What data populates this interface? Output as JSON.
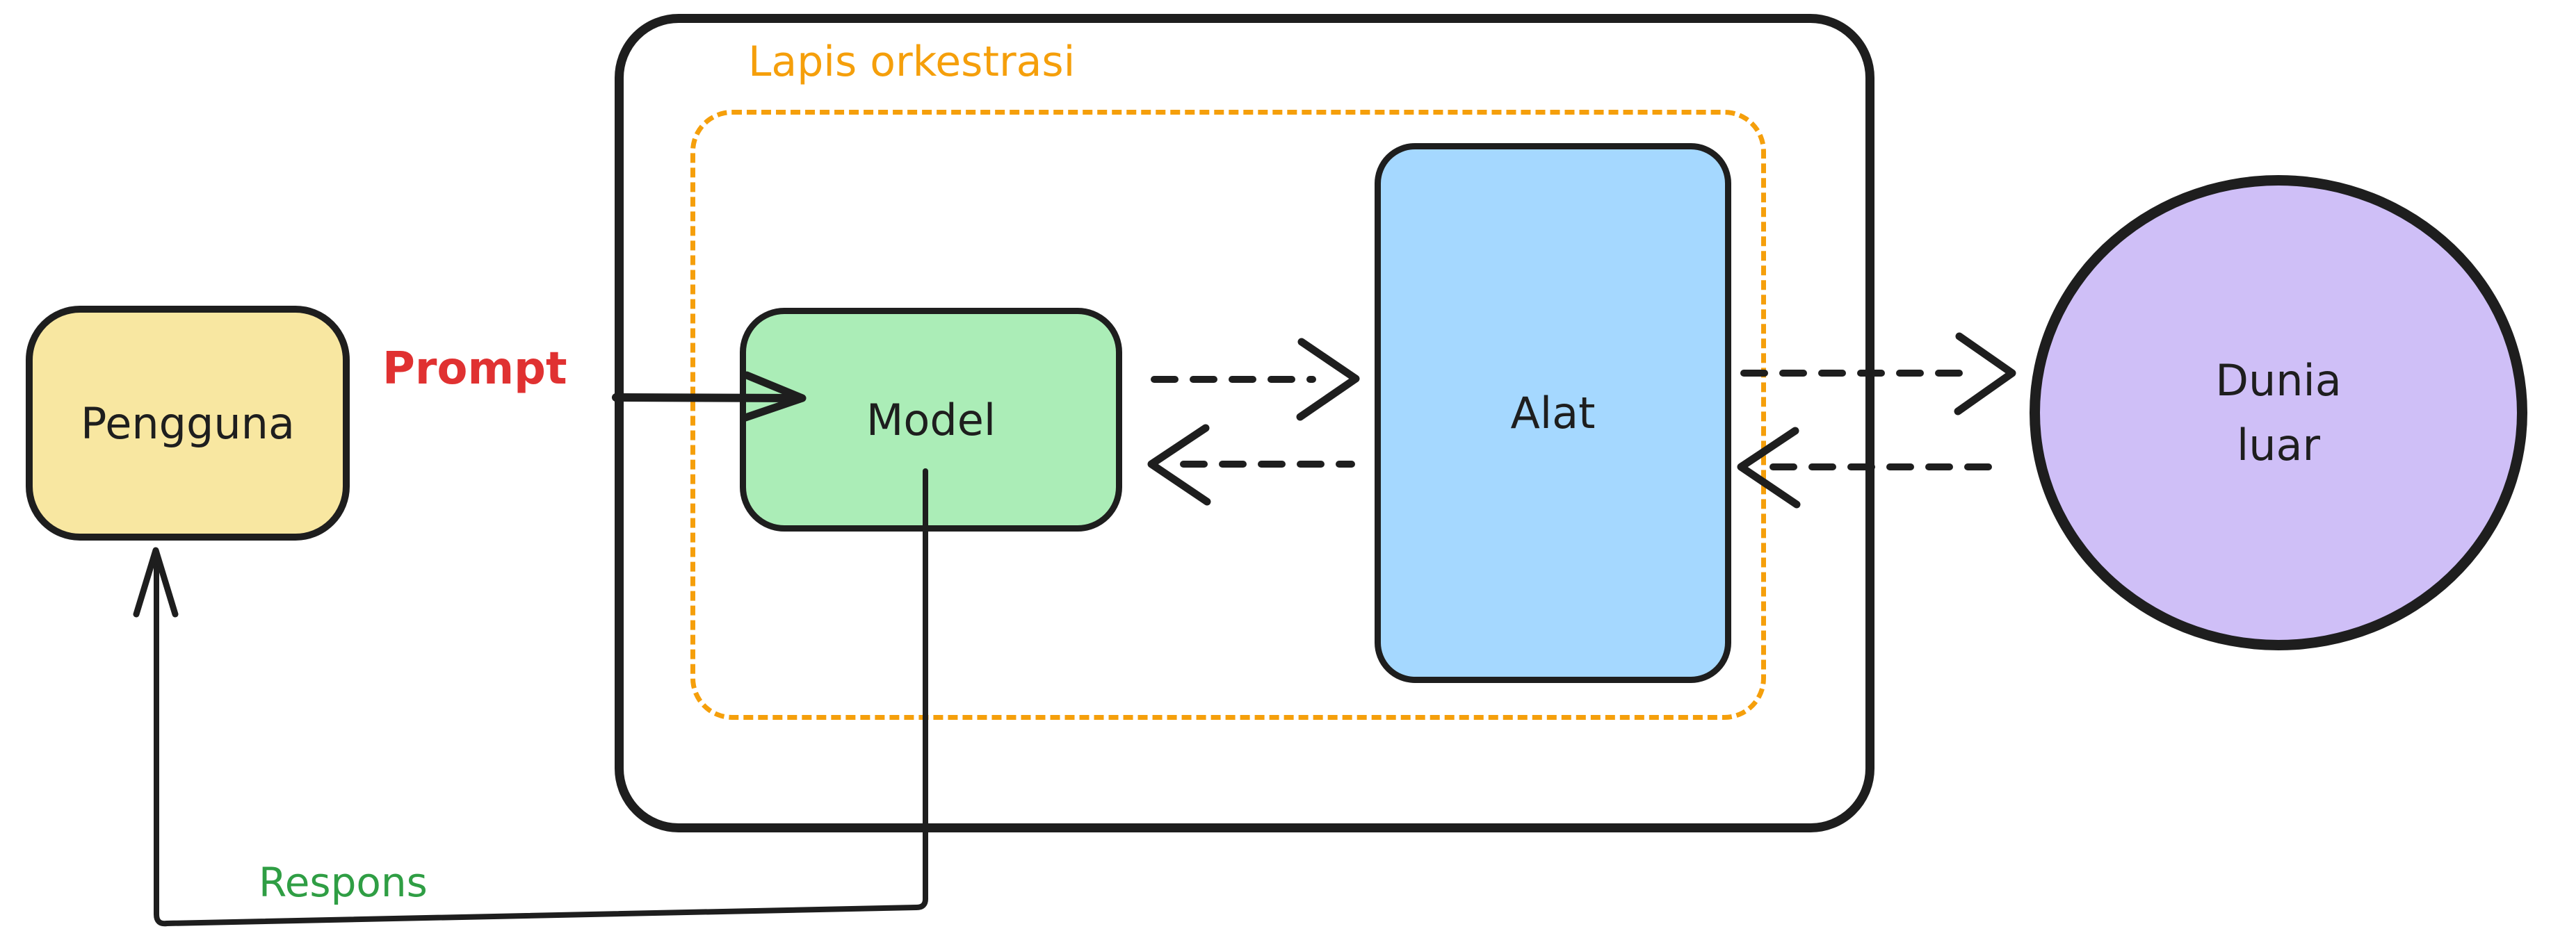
{
  "diagram": {
    "type": "agent-architecture-sketch",
    "stroke_color": "#1e1e1e",
    "background": "#ffffff",
    "nodes": {
      "user": {
        "label": "Pengguna",
        "fill": "#f8e7a1"
      },
      "orchestration": {
        "label": "Lapis orkestrasi",
        "border_color": "#f59f0b",
        "style": "dashed"
      },
      "model": {
        "label": "Model",
        "fill": "#abedb7"
      },
      "tool": {
        "label": "Alat",
        "fill": "#a5d8ff"
      },
      "world": {
        "label": "Dunia\nluar",
        "fill": "#cfbff7"
      }
    },
    "edges": {
      "prompt": {
        "label": "Prompt",
        "color": "#e03131",
        "from": "user",
        "to": "model",
        "style": "solid"
      },
      "respons": {
        "label": "Respons",
        "color": "#2f9e44",
        "from": "model",
        "to": "user",
        "style": "solid"
      },
      "model_to_tool": {
        "style": "dashed"
      },
      "tool_to_model": {
        "style": "dashed"
      },
      "tool_to_world": {
        "style": "dashed"
      },
      "world_to_tool": {
        "style": "dashed"
      }
    }
  }
}
